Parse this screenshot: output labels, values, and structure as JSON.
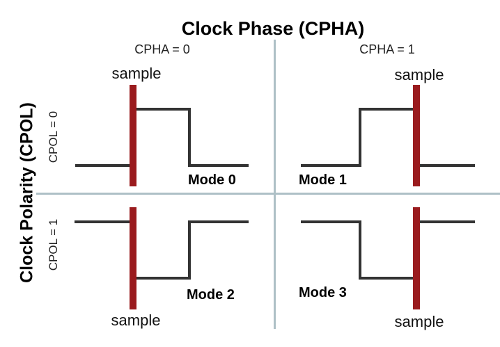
{
  "diagram": {
    "title": "Clock Phase (CPHA)",
    "y_axis": {
      "title": "Clock Polarity (CPOL)",
      "top_row_label": "CPOL = 0",
      "bottom_row_label": "CPOL = 1"
    },
    "x_axis": {
      "left_col_label": "CPHA = 0",
      "right_col_label": "CPHA = 1"
    },
    "quadrants": [
      {
        "mode_label": "Mode 0",
        "sample_label": "sample",
        "cpol": "0",
        "cpha": "0",
        "idle_level": "low",
        "sample_edge": "first (rising)"
      },
      {
        "mode_label": "Mode 1",
        "sample_label": "sample",
        "cpol": "0",
        "cpha": "1",
        "idle_level": "low",
        "sample_edge": "second (falling)"
      },
      {
        "mode_label": "Mode 2",
        "sample_label": "sample",
        "cpol": "1",
        "cpha": "0",
        "idle_level": "high",
        "sample_edge": "first (falling)"
      },
      {
        "mode_label": "Mode 3",
        "sample_label": "sample",
        "cpol": "1",
        "cpha": "1",
        "idle_level": "high",
        "sample_edge": "second (rising)"
      }
    ],
    "colors": {
      "sample_line": "#9a1b1e",
      "waveform": "#333333",
      "divider": "#aec0c6",
      "text": "#1a1a1a"
    }
  }
}
